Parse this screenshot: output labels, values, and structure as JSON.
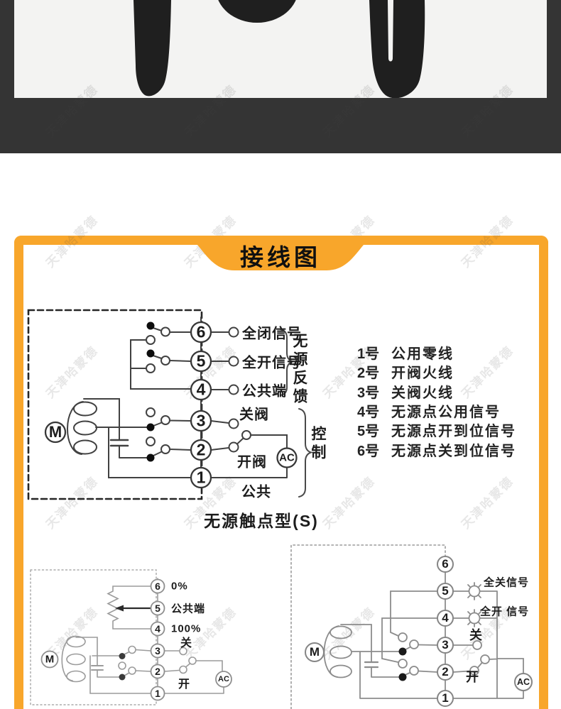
{
  "watermark": {
    "text": "天津哈蒙德"
  },
  "colors": {
    "accent": "#f8a62b",
    "photo_background": "#f3f3f2",
    "band": "#343434"
  },
  "wiring": {
    "title": "接线图",
    "legend": [
      {
        "num": "1号",
        "label": "公用零线"
      },
      {
        "num": "2号",
        "label": "开阀火线"
      },
      {
        "num": "3号",
        "label": "关阀火线"
      },
      {
        "num": "4号",
        "label": "无源点公用信号"
      },
      {
        "num": "5号",
        "label": "无源点开到位信号"
      },
      {
        "num": "6号",
        "label": "无源点关到位信号"
      }
    ],
    "main": {
      "terminals": [
        "6",
        "5",
        "4",
        "3",
        "2",
        "1"
      ],
      "labels": {
        "t6": "全闭信号",
        "t5": "全开信号",
        "t4": "公共端",
        "t3": "关阀",
        "t2": "开阀",
        "t1": "公共",
        "feedback_group": "无源反馈",
        "control_group": "控制",
        "motor": "M",
        "power": "AC"
      },
      "caption": "无源触点型(S)"
    },
    "resistor_diagram": {
      "terminals": [
        "6",
        "5",
        "4",
        "3",
        "2",
        "1"
      ],
      "labels": {
        "t6": "0%",
        "t5": "公共端",
        "t4": "100%",
        "t3": "关",
        "t2": "开",
        "motor": "M",
        "power": "AC"
      }
    },
    "lamp_diagram": {
      "terminals": [
        "6",
        "5",
        "4",
        "3",
        "2",
        "1"
      ],
      "labels": {
        "t5": "全关信号",
        "t4": "全开 信号",
        "t3": "关",
        "t2": "开",
        "motor": "M",
        "power": "AC"
      }
    }
  }
}
